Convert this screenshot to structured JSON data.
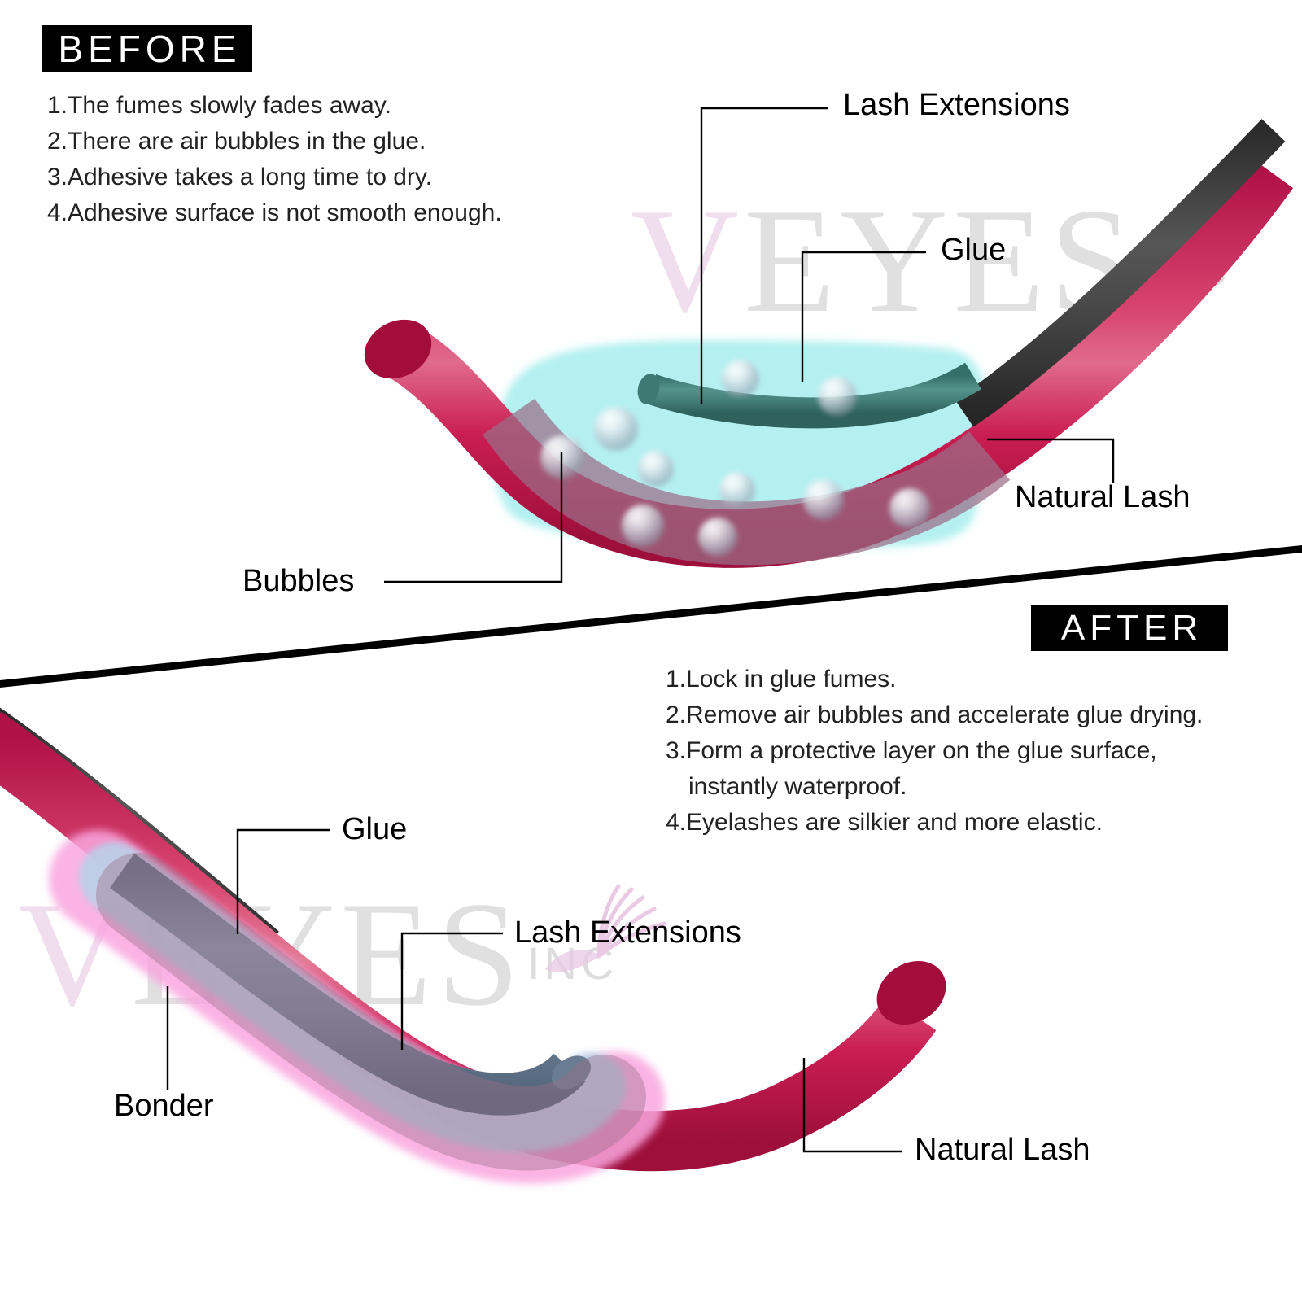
{
  "sections": {
    "before": {
      "badge": "BEFORE",
      "bullets": [
        "1.The fumes slowly fades away.",
        "2.There are air bubbles in the glue.",
        "3.Adhesive takes a long time to dry.",
        "4.Adhesive surface is not smooth enough."
      ],
      "callouts": {
        "lash_extensions": "Lash Extensions",
        "glue": "Glue",
        "natural_lash": "Natural Lash",
        "bubbles": "Bubbles"
      }
    },
    "after": {
      "badge": "AFTER",
      "bullets": [
        "1.Lock in glue fumes.",
        "2.Remove air bubbles and accelerate glue drying.",
        "3.Form a protective layer on the glue  surface,",
        "instantly waterproof.",
        "4.Eyelashes are silkier and more elastic."
      ],
      "callouts": {
        "glue": "Glue",
        "lash_extensions": "Lash Extensions",
        "bonder": "Bonder",
        "natural_lash": "Natural Lash"
      }
    }
  },
  "watermark": {
    "brand_v": "V",
    "brand_rest": "EYES",
    "sub": "INC"
  },
  "colors": {
    "badge_bg": "#000000",
    "badge_text": "#ffffff",
    "text": "#222222",
    "natural_lash_pink": "#d12a5e",
    "natural_lash_dark": "#a30d3c",
    "lash_extension_dark": "#454545",
    "lash_extension_teal": "#3f8078",
    "lash_extension_gray_blue": "#6d7f93",
    "glue_cyan": "#b4f0f0",
    "glue_blue": "#b9cfe8",
    "bonder_pink": "#f9a6df",
    "bubble_gray": "#cfd6dd",
    "leader_line": "#000000",
    "watermark_gray": "#e0e0e0",
    "watermark_pink": "#f0ddee"
  }
}
